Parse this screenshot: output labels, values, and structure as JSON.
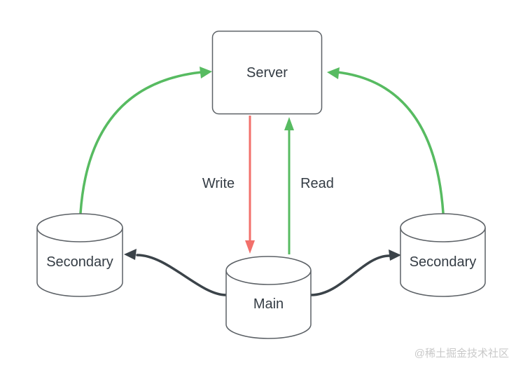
{
  "colors": {
    "green": "#57bb61",
    "red": "#f2706b",
    "dark": "#3b4349",
    "node_border": "#5c6166",
    "node_fill": "#ffffff",
    "text": "#343c44",
    "watermark": "#c9c9c9",
    "background": "#ffffff"
  },
  "diagram": {
    "type": "database-replication-flow",
    "nodes": {
      "server": {
        "label": "Server",
        "shape": "rounded-rectangle"
      },
      "secondary_left": {
        "label": "Secondary",
        "shape": "database-cylinder"
      },
      "secondary_right": {
        "label": "Secondary",
        "shape": "database-cylinder"
      },
      "main": {
        "label": "Main",
        "shape": "database-cylinder"
      }
    },
    "edges": {
      "write": {
        "label": "Write",
        "from": "server",
        "to": "main",
        "color": "#f2706b"
      },
      "read": {
        "label": "Read",
        "from": "main",
        "to": "server",
        "color": "#57bb61"
      },
      "secondary_left_to_server": {
        "from": "secondary_left",
        "to": "server",
        "color": "#57bb61"
      },
      "secondary_right_to_server": {
        "from": "secondary_right",
        "to": "server",
        "color": "#57bb61"
      },
      "main_to_secondary_left": {
        "from": "main",
        "to": "secondary_left",
        "color": "#3b4349"
      },
      "main_to_secondary_right": {
        "from": "main",
        "to": "secondary_right",
        "color": "#3b4349"
      }
    },
    "watermark": "@稀土掘金技术社区"
  }
}
